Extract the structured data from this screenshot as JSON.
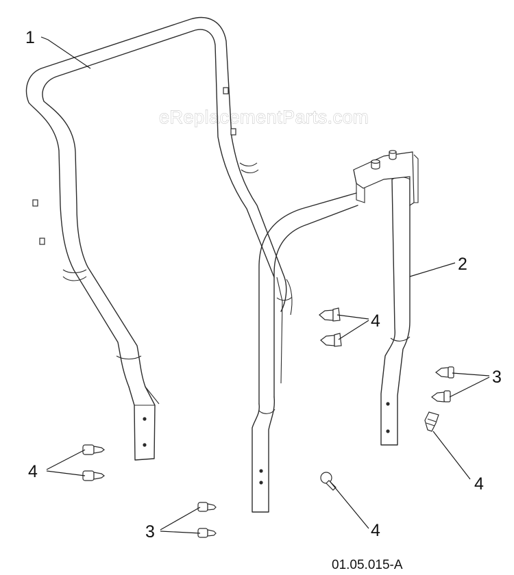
{
  "watermark": "eReplacementParts.com",
  "drawing_number": "01.05.015-A",
  "callouts": {
    "part_1": "1",
    "part_2": "2",
    "part_3_right": "3",
    "part_3_bottom": "3",
    "part_4_center": "4",
    "part_4_left": "4",
    "part_4_right": "4",
    "part_4_bottom": "4"
  },
  "colors": {
    "line": "#2b2b2b",
    "background": "#ffffff",
    "watermark_outline": "#b9b9b9"
  }
}
